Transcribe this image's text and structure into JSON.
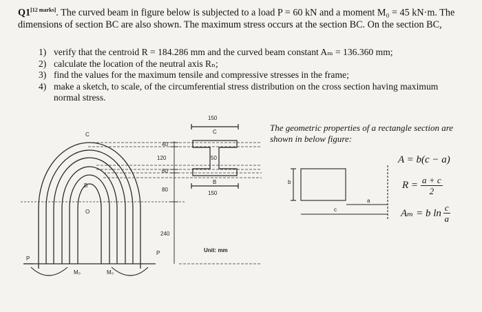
{
  "question": {
    "number": "Q1",
    "marks": "[12 marks]",
    "intro": ". The curved beam in figure below is subjected to a load P = 60 kN and a moment M₀ = 45 kN·m. The dimensions of section BC are also shown. The maximum stress occurs at the section BC. On the section BC,"
  },
  "items": [
    {
      "n": "1)",
      "text": "verify that the centroid R = 184.286 mm and the curved beam constant Aₘ = 136.360 mm;"
    },
    {
      "n": "2)",
      "text": "calculate the location of the neutral axis Rₙ;"
    },
    {
      "n": "3)",
      "text": "find the values for the maximum tensile and compressive stresses in the frame;"
    },
    {
      "n": "4)",
      "text": "make a sketch, to scale, of the circumferential stress distribution on the cross section having maximum normal stress."
    }
  ],
  "figure": {
    "dims": {
      "d40": "40",
      "d120": "120",
      "d60": "60",
      "d80": "80",
      "d240": "240",
      "w150_top": "150",
      "w50": "50",
      "w150_bottom": "150"
    },
    "labels": {
      "C": "C",
      "B": "B",
      "O": "O",
      "P_left": "P",
      "P_right": "P",
      "M0_left": "M₀",
      "M0_right": "M₀",
      "C_section": "C",
      "B_section": "B",
      "units": "Unit: mm"
    }
  },
  "properties": {
    "text": "The geometric properties of a rectangle section are shown in below figure:",
    "b": "b",
    "c": "c",
    "a": "a",
    "f1": "A = b(c − a)",
    "f2_left": "R =",
    "f2_num": "a + c",
    "f2_den": "2",
    "f3_left": "Aₘ = b ln",
    "f3_num": "c",
    "f3_den": "a"
  }
}
